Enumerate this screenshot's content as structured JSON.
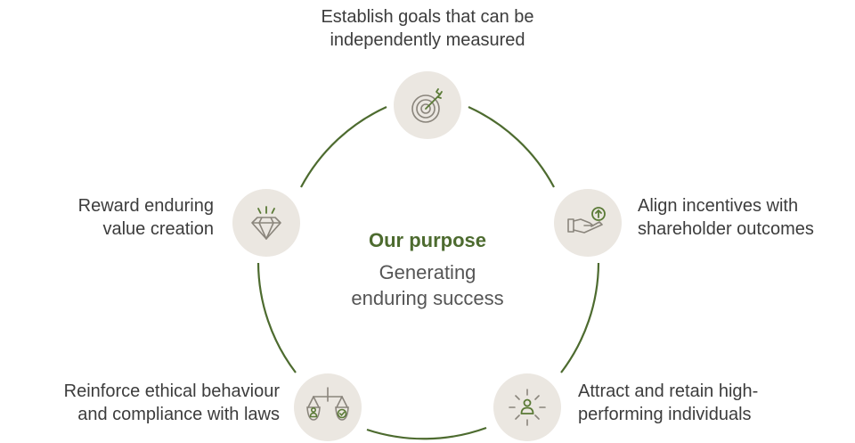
{
  "center": {
    "title": "Our purpose",
    "subtitle_line1": "Generating",
    "subtitle_line2": "enduring success"
  },
  "items": [
    {
      "icon": "target-icon",
      "line1": "Establish goals that can be",
      "line2": "independently measured"
    },
    {
      "icon": "hand-incentive-icon",
      "line1": "Align incentives with",
      "line2": "shareholder outcomes"
    },
    {
      "icon": "person-sparkle-icon",
      "line1": "Attract and retain high-",
      "line2": "performing individuals"
    },
    {
      "icon": "scales-icon",
      "line1": "Reinforce ethical behaviour",
      "line2": "and compliance with laws"
    },
    {
      "icon": "diamond-icon",
      "line1": "Reward enduring",
      "line2": "value creation"
    }
  ],
  "colors": {
    "ring": "#4d6b2f",
    "node_bg": "#ebe7e1",
    "icon": "#8a857c",
    "accent": "#5a7a36"
  }
}
